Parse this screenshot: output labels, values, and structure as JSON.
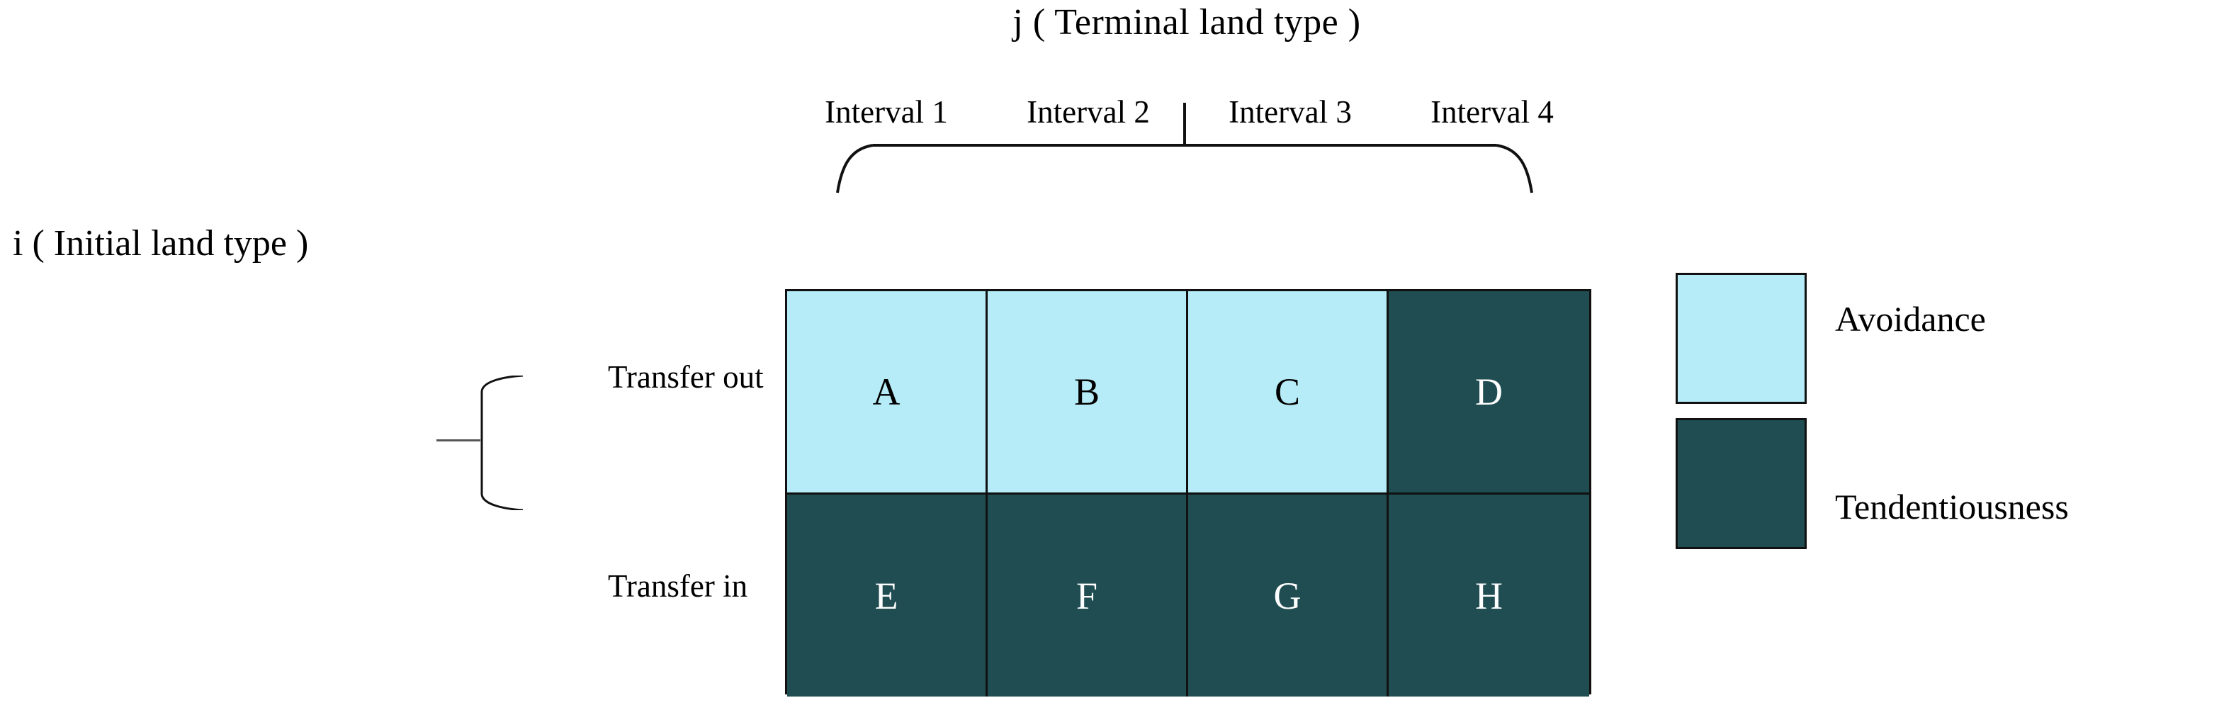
{
  "diagram": {
    "title_column_axis": "j ( Terminal land type )",
    "title_row_axis": "i ( Initial land type )",
    "column_headers": [
      "Interval 1",
      "Interval 2",
      "Interval 3",
      "Interval 4"
    ],
    "row_headers": [
      "Transfer out",
      "Transfer in"
    ],
    "cells": [
      [
        {
          "label": "A",
          "category": "Avoidance"
        },
        {
          "label": "B",
          "category": "Avoidance"
        },
        {
          "label": "C",
          "category": "Avoidance"
        },
        {
          "label": "D",
          "category": "Tendentiousness"
        }
      ],
      [
        {
          "label": "E",
          "category": "Tendentiousness"
        },
        {
          "label": "F",
          "category": "Tendentiousness"
        },
        {
          "label": "G",
          "category": "Tendentiousness"
        },
        {
          "label": "H",
          "category": "Tendentiousness"
        }
      ]
    ],
    "legend": [
      {
        "label": "Avoidance",
        "color": "#b5ecf7"
      },
      {
        "label": "Tendentiousness",
        "color": "#1f4d52"
      }
    ],
    "colors": {
      "avoidance": "#b5ecf7",
      "tendentiousness": "#1f4d52",
      "stroke": "#111111",
      "connector": "#555555",
      "background": "#ffffff",
      "text_on_light": "#000000",
      "text_on_dark": "#ffffff"
    }
  }
}
